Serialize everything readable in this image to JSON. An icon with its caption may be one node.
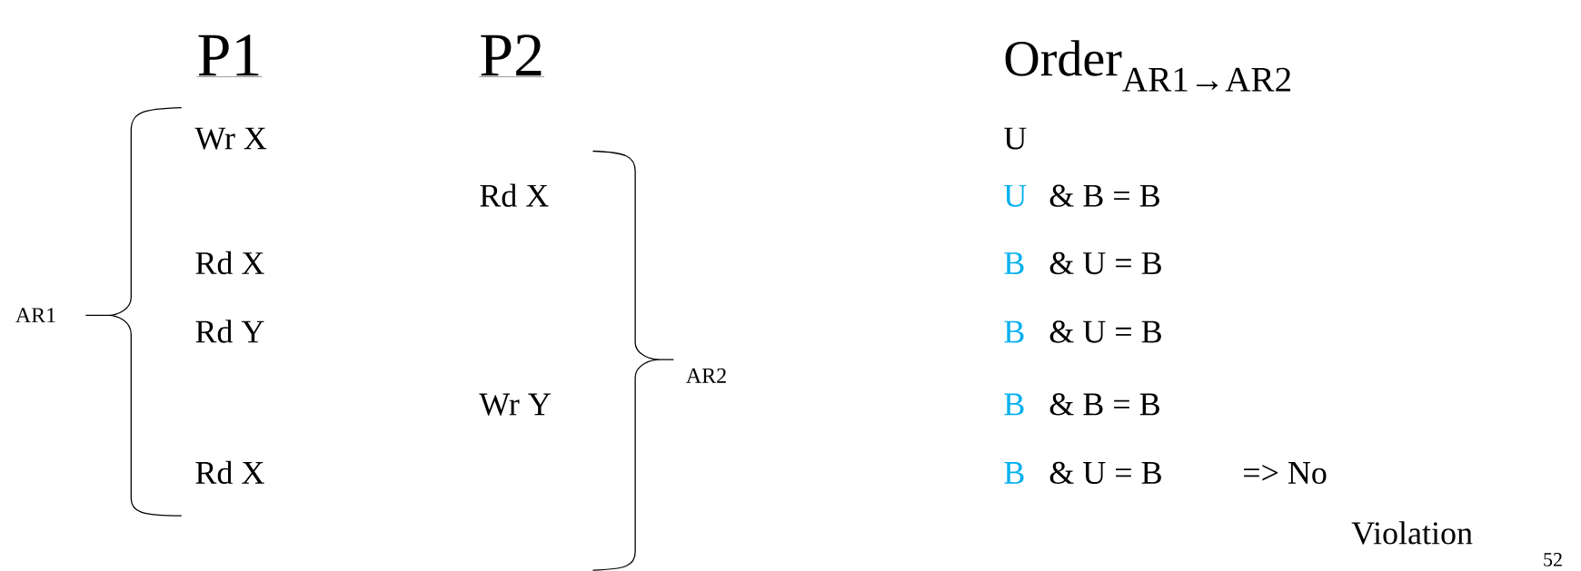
{
  "diagram": {
    "labels": [
      "P1",
      "P2",
      "Order$_{AR1→AR2}$",
      "Wr X",
      "U",
      "Rd X",
      "U",
      "& B = B",
      "Rd X",
      "B",
      "& U = B",
      "AR1",
      "Rd Y",
      "B",
      "& U = B",
      "AR2",
      "Wr Y",
      "B",
      "& B = B",
      "Rd X",
      "B",
      "& U = B",
      "=> No",
      "Violation",
      "52"
    ]
  }
}
